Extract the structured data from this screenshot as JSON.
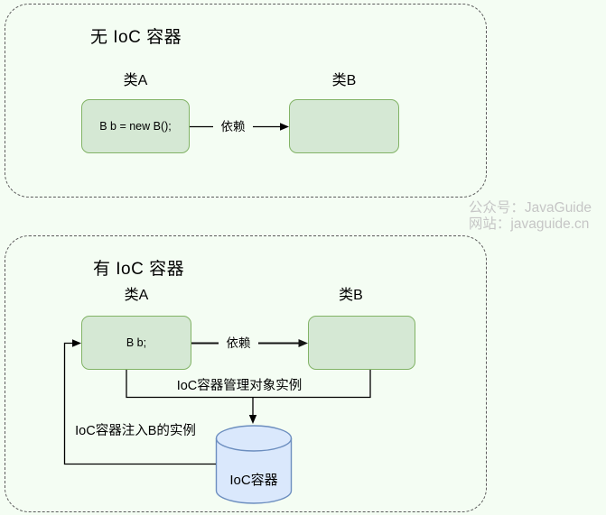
{
  "watermark": {
    "line1": "公众号：JavaGuide",
    "line2": "网站：javaguide.cn"
  },
  "colors": {
    "background": "#f4fdf3",
    "class_box_fill": "#d5e8d4",
    "class_box_stroke": "#82b366",
    "cylinder_fill": "#dae8fc",
    "cylinder_stroke": "#6c8ebf",
    "dashed_border": "#5c5c5c",
    "connector": "#000000",
    "watermark_text": "#c6c6c6"
  },
  "sections": {
    "no_ioc": {
      "title": "无 IoC 容器",
      "class_a_label": "类A",
      "class_b_label": "类B",
      "class_a_code": "B b = new B();",
      "dependency_label": "依赖"
    },
    "with_ioc": {
      "title": "有 IoC 容器",
      "class_a_label": "类A",
      "class_b_label": "类B",
      "class_a_code": "B b;",
      "dependency_label": "依赖",
      "manage_label": "IoC容器管理对象实例",
      "inject_label": "IoC容器注入B的实例",
      "container_label": "IoC容器"
    }
  }
}
